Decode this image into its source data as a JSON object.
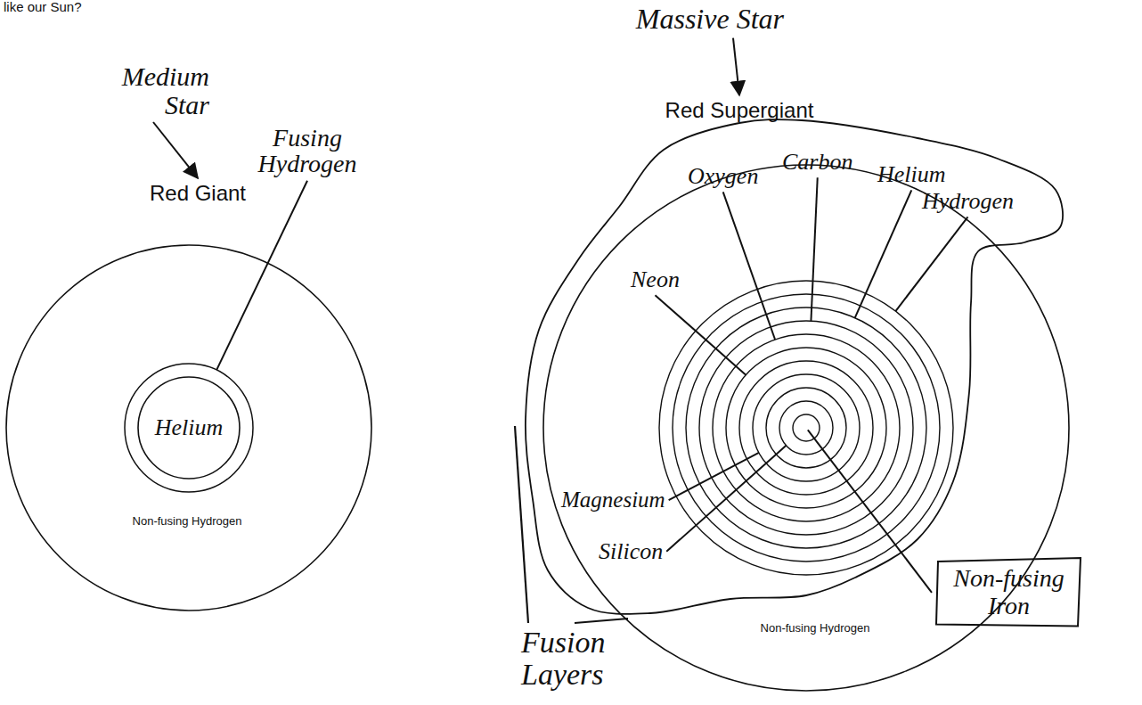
{
  "diagram": {
    "nodes": [
      {
        "text": [
          "Red Giant",
          "Non-fusing Hydrogen"
        ]
      },
      {
        "text": [
          "Helium"
        ],
        "in": 0
      },
      {
        "text": [
          "Red Supergiant",
          "Non-fusing Hydrogen"
        ]
      },
      {
        "text": [
          "Non-fusing Iron"
        ]
      }
    ],
    "labels": [
      "like our Sun?",
      "Medium Star",
      "Fusing Hydrogen",
      "Massive Star",
      "Oxygen",
      "Carbon",
      "Helium",
      "Hydrogen",
      "Neon",
      "Magnesium",
      "Silicon",
      "Fusion Layers"
    ]
  }
}
